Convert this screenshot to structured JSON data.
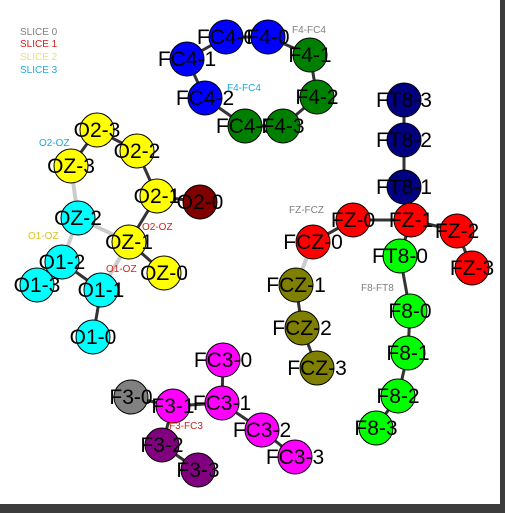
{
  "legend": [
    {
      "label": "SLICE 0",
      "color": "#7f7f7f"
    },
    {
      "label": "SLICE 1",
      "color": "#d42020"
    },
    {
      "label": "SLICE 2",
      "color": "#e8e07a"
    },
    {
      "label": "SLICE 3",
      "color": "#1ea8d8"
    }
  ],
  "colors": {
    "gray": "#808080",
    "red": "#ff0000",
    "yellow": "#ffff00",
    "cyan": "#00ffff",
    "darkred": "#800000",
    "blue": "#0000ff",
    "green": "#008000",
    "navy": "#000080",
    "lime": "#00ff00",
    "olive": "#808000",
    "magenta": "#ff00ff",
    "purple": "#800080",
    "edge_dark": "#333333",
    "edge_light": "#cccccc"
  },
  "nodes": [
    {
      "id": "O2-3",
      "label": "O2-3",
      "color": "yellow"
    },
    {
      "id": "O2-2",
      "label": "O2-2",
      "color": "yellow"
    },
    {
      "id": "OZ-3",
      "label": "OZ-3",
      "color": "yellow"
    },
    {
      "id": "O2-1",
      "label": "O2-1",
      "color": "yellow"
    },
    {
      "id": "O2-0",
      "label": "O2-0",
      "color": "darkred"
    },
    {
      "id": "OZ-2",
      "label": "OZ-2",
      "color": "cyan"
    },
    {
      "id": "OZ-1",
      "label": "OZ-1",
      "color": "yellow"
    },
    {
      "id": "OZ-0",
      "label": "OZ-0",
      "color": "yellow"
    },
    {
      "id": "O1-2",
      "label": "O1-2",
      "color": "cyan"
    },
    {
      "id": "O1-3",
      "label": "O1-3",
      "color": "cyan"
    },
    {
      "id": "O1-1",
      "label": "O1-1",
      "color": "cyan"
    },
    {
      "id": "O1-0",
      "label": "O1-0",
      "color": "cyan"
    },
    {
      "id": "FC4-0",
      "label": "FC4-0",
      "color": "blue"
    },
    {
      "id": "F4-0",
      "label": "F4-0",
      "color": "blue"
    },
    {
      "id": "FC4-1",
      "label": "FC4-1",
      "color": "blue"
    },
    {
      "id": "F4-1",
      "label": "F4-1",
      "color": "green"
    },
    {
      "id": "FC4-2",
      "label": "FC4-2",
      "color": "blue"
    },
    {
      "id": "F4-2",
      "label": "F4-2",
      "color": "green"
    },
    {
      "id": "FC4-3",
      "label": "FC4-3",
      "color": "green"
    },
    {
      "id": "F4-3",
      "label": "F4-3",
      "color": "green"
    },
    {
      "id": "FT8-3",
      "label": "FT8-3",
      "color": "navy"
    },
    {
      "id": "FT8-2",
      "label": "FT8-2",
      "color": "navy"
    },
    {
      "id": "FT8-1",
      "label": "FT8-1",
      "color": "navy"
    },
    {
      "id": "FZ-0",
      "label": "FZ-0",
      "color": "red"
    },
    {
      "id": "FZ-1",
      "label": "FZ-1",
      "color": "red"
    },
    {
      "id": "FZ-2",
      "label": "FZ-2",
      "color": "red"
    },
    {
      "id": "FZ-3",
      "label": "FZ-3",
      "color": "red"
    },
    {
      "id": "FCZ-0",
      "label": "FCZ-0",
      "color": "red"
    },
    {
      "id": "FT8-0",
      "label": "FT8-0",
      "color": "lime"
    },
    {
      "id": "FCZ-1",
      "label": "FCZ-1",
      "color": "olive"
    },
    {
      "id": "F8-0",
      "label": "F8-0",
      "color": "lime"
    },
    {
      "id": "FCZ-2",
      "label": "FCZ-2",
      "color": "olive"
    },
    {
      "id": "FCZ-3",
      "label": "FCZ-3",
      "color": "olive"
    },
    {
      "id": "F8-1",
      "label": "F8-1",
      "color": "lime"
    },
    {
      "id": "F8-2",
      "label": "F8-2",
      "color": "lime"
    },
    {
      "id": "F8-3",
      "label": "F8-3",
      "color": "lime"
    },
    {
      "id": "FC3-0",
      "label": "FC3-0",
      "color": "magenta"
    },
    {
      "id": "F3-0",
      "label": "F3-0",
      "color": "gray"
    },
    {
      "id": "F3-1",
      "label": "F3-1",
      "color": "magenta"
    },
    {
      "id": "FC3-1",
      "label": "FC3-1",
      "color": "magenta"
    },
    {
      "id": "FC3-2",
      "label": "FC3-2",
      "color": "magenta"
    },
    {
      "id": "FC3-3",
      "label": "FC3-3",
      "color": "magenta"
    },
    {
      "id": "F3-2",
      "label": "F3-2",
      "color": "purple"
    },
    {
      "id": "F3-3",
      "label": "F3-3",
      "color": "purple"
    }
  ],
  "edges": [
    {
      "from": "O2-3",
      "to": "O2-2",
      "color": "edge_dark"
    },
    {
      "from": "O2-3",
      "to": "OZ-3",
      "color": "edge_dark"
    },
    {
      "from": "O2-2",
      "to": "O2-1",
      "color": "edge_dark"
    },
    {
      "from": "O2-1",
      "to": "OZ-1",
      "color": "edge_dark"
    },
    {
      "from": "O2-0",
      "to": "O2-1",
      "color": "edge_dark"
    },
    {
      "from": "OZ-3",
      "to": "OZ-2",
      "color": "edge_light"
    },
    {
      "from": "OZ-2",
      "to": "OZ-1",
      "color": "edge_light"
    },
    {
      "from": "OZ-2",
      "to": "O1-2",
      "color": "edge_light"
    },
    {
      "from": "OZ-1",
      "to": "OZ-0",
      "color": "edge_dark"
    },
    {
      "from": "OZ-1",
      "to": "O1-1",
      "color": "edge_light"
    },
    {
      "from": "O1-2",
      "to": "O1-3",
      "color": "edge_dark"
    },
    {
      "from": "O1-2",
      "to": "O1-1",
      "color": "edge_dark"
    },
    {
      "from": "O1-1",
      "to": "O1-0",
      "color": "edge_dark"
    },
    {
      "from": "FC4-0",
      "to": "F4-0",
      "color": "edge_dark"
    },
    {
      "from": "FC4-0",
      "to": "FC4-1",
      "color": "edge_dark"
    },
    {
      "from": "F4-0",
      "to": "F4-1",
      "color": "edge_dark"
    },
    {
      "from": "FC4-1",
      "to": "FC4-2",
      "color": "edge_dark"
    },
    {
      "from": "F4-1",
      "to": "F4-2",
      "color": "edge_dark"
    },
    {
      "from": "FC4-2",
      "to": "FC4-3",
      "color": "edge_dark"
    },
    {
      "from": "F4-2",
      "to": "F4-3",
      "color": "edge_dark"
    },
    {
      "from": "FC4-3",
      "to": "F4-3",
      "color": "edge_dark"
    },
    {
      "from": "FT8-3",
      "to": "FT8-2",
      "color": "edge_dark"
    },
    {
      "from": "FT8-2",
      "to": "FT8-1",
      "color": "edge_dark"
    },
    {
      "from": "FT8-1",
      "to": "FZ-1",
      "color": "edge_dark"
    },
    {
      "from": "FZ-0",
      "to": "FZ-1",
      "color": "edge_dark"
    },
    {
      "from": "FZ-0",
      "to": "FCZ-0",
      "color": "edge_dark"
    },
    {
      "from": "FZ-1",
      "to": "FZ-2",
      "color": "edge_dark"
    },
    {
      "from": "FZ-1",
      "to": "FT8-0",
      "color": "edge_dark"
    },
    {
      "from": "FZ-2",
      "to": "FZ-3",
      "color": "edge_dark"
    },
    {
      "from": "FCZ-0",
      "to": "FCZ-1",
      "color": "edge_light"
    },
    {
      "from": "FT8-0",
      "to": "F8-0",
      "color": "edge_dark"
    },
    {
      "from": "FCZ-1",
      "to": "FCZ-2",
      "color": "edge_dark"
    },
    {
      "from": "FCZ-2",
      "to": "FCZ-3",
      "color": "edge_dark"
    },
    {
      "from": "F8-0",
      "to": "F8-1",
      "color": "edge_dark"
    },
    {
      "from": "F8-1",
      "to": "F8-2",
      "color": "edge_dark"
    },
    {
      "from": "F8-2",
      "to": "F8-3",
      "color": "edge_dark"
    },
    {
      "from": "FC3-0",
      "to": "FC3-1",
      "color": "edge_dark"
    },
    {
      "from": "F3-0",
      "to": "F3-1",
      "color": "edge_dark"
    },
    {
      "from": "F3-1",
      "to": "FC3-1",
      "color": "edge_dark"
    },
    {
      "from": "F3-1",
      "to": "F3-2",
      "color": "edge_dark"
    },
    {
      "from": "FC3-1",
      "to": "FC3-2",
      "color": "edge_dark"
    },
    {
      "from": "FC3-2",
      "to": "FC3-3",
      "color": "edge_dark"
    },
    {
      "from": "F3-2",
      "to": "F3-3",
      "color": "edge_dark"
    }
  ],
  "edge_labels": [
    {
      "text": "F4-FC4",
      "color": "#7f7f7f"
    },
    {
      "text": "F4-FC4",
      "color": "#1ea8d8"
    },
    {
      "text": "O2-OZ",
      "color": "#1ea8d8"
    },
    {
      "text": "O2-OZ",
      "color": "#d42020"
    },
    {
      "text": "O1-OZ",
      "color": "#e0c020"
    },
    {
      "text": "O1-OZ",
      "color": "#d42020"
    },
    {
      "text": "FZ-FCZ",
      "color": "#7f7f7f"
    },
    {
      "text": "F8-FT8",
      "color": "#7f7f7f"
    },
    {
      "text": "F3-FC3",
      "color": "#d42020"
    }
  ]
}
